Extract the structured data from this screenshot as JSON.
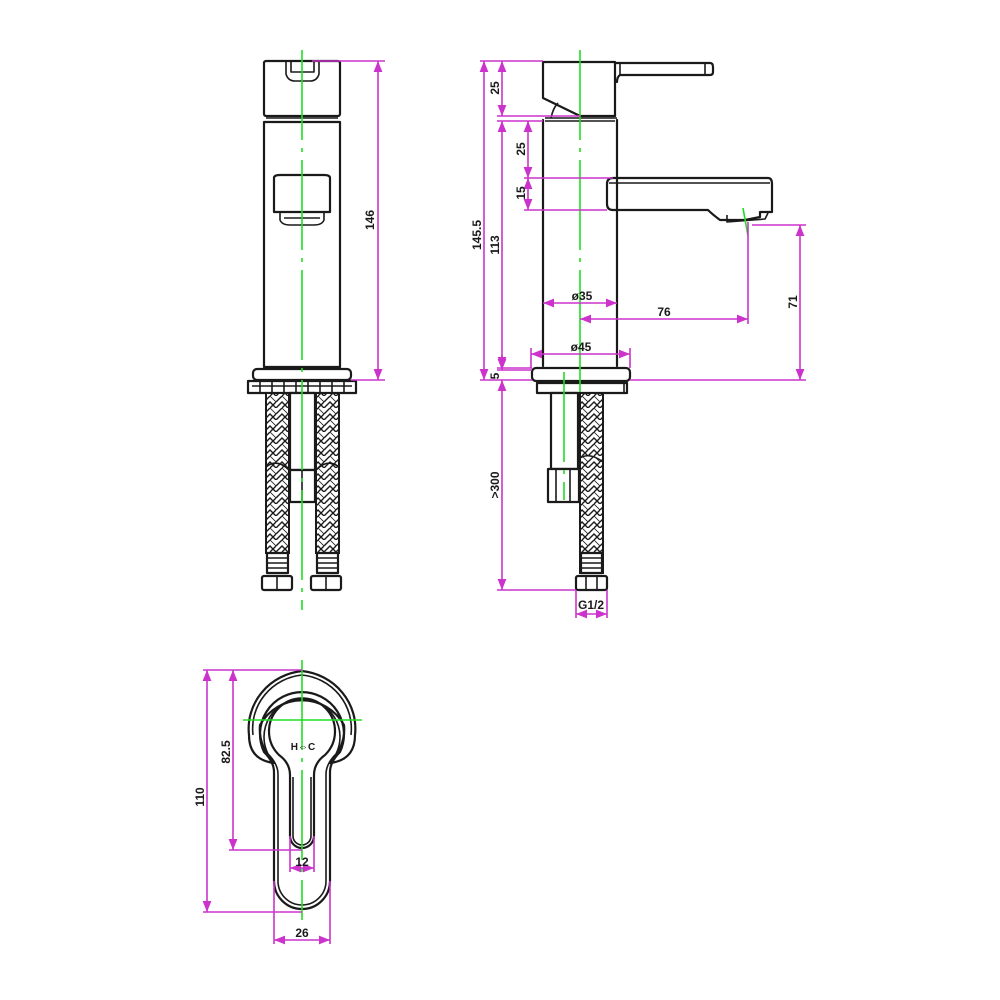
{
  "drawing": {
    "subject": "Single-lever basin mixer tap — technical drawing",
    "colors": {
      "outline": "#1a1a1a",
      "centerline": "#22dd22",
      "dimension": "#cc33cc",
      "background": "#ffffff"
    },
    "views": {
      "front": {
        "dimensions": {
          "total_height": "146"
        }
      },
      "side": {
        "dimensions": {
          "overall_height": "145.5",
          "handle_height": "25",
          "body_height": "113",
          "spout_offset": "25",
          "spout_thickness": "15",
          "body_diameter": "ø35",
          "base_diameter": "ø45",
          "spout_reach": "76",
          "outlet_height": "71",
          "base_thickness": "5",
          "hose_length": ">300",
          "hose_thread": "G1/2"
        }
      },
      "top": {
        "label_hot_cold": "H⇔C",
        "dimensions": {
          "handle_length": "110",
          "handle_inner_length": "82.5",
          "slot_width": "12",
          "handle_width": "26"
        }
      }
    }
  }
}
